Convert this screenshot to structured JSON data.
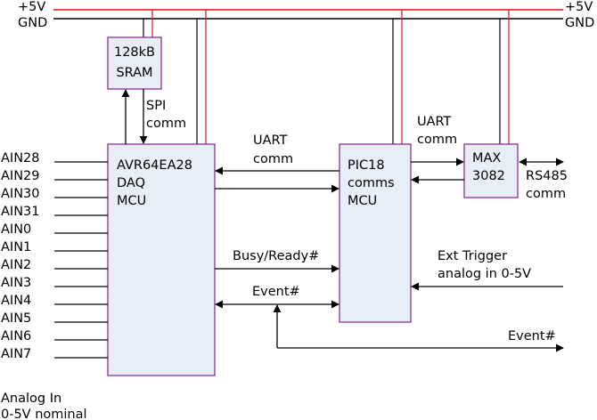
{
  "colors": {
    "power_rail": "#e0101a",
    "ground_rail": "#000000",
    "block_fill": "#e8eef5",
    "block_border": "#8a1a9c",
    "wire": "#000000"
  },
  "rails": {
    "vplus_left": "+5V",
    "gnd_left": "GND",
    "vplus_right": "+5V",
    "gnd_right": "GND"
  },
  "blocks": {
    "sram": [
      "128kB",
      "SRAM"
    ],
    "avr": [
      "AVR64EA28",
      "DAQ",
      "MCU"
    ],
    "pic": [
      "PIC18",
      "comms",
      "MCU"
    ],
    "max": [
      "MAX",
      "3082"
    ]
  },
  "labels": {
    "spi": [
      "SPI",
      "comm"
    ],
    "uart_avr_pic": [
      "UART",
      "comm"
    ],
    "uart_pic_max": [
      "UART",
      "comm"
    ],
    "rs485": [
      "RS485",
      "comm"
    ],
    "busy_ready": "Busy/Ready#",
    "event_internal": "Event#",
    "ext_trigger": [
      "Ext Trigger",
      "analog in 0-5V"
    ],
    "event_out": "Event#",
    "analog_in": [
      "Analog In",
      "0-5V nominal"
    ]
  },
  "analog_inputs": [
    "AIN28",
    "AIN29",
    "AIN30",
    "AIN31",
    "AIN0",
    "AIN1",
    "AIN2",
    "AIN3",
    "AIN4",
    "AIN5",
    "AIN6",
    "AIN7"
  ]
}
